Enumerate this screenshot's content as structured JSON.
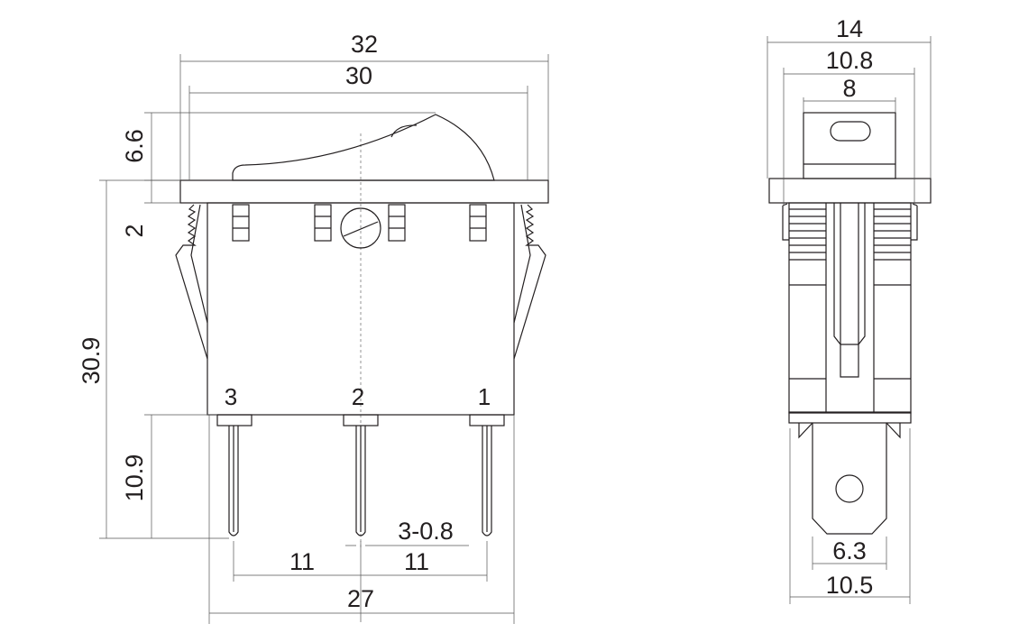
{
  "title": "Rocker switch dimension drawing",
  "front_view": {
    "dims": {
      "overall_width": "32",
      "flange_inner_width": "30",
      "rocker_height": "6.6",
      "flange_thickness": "2",
      "total_height": "30.9",
      "pin_length": "10.9",
      "pin_spacing_left": "11",
      "pin_spacing_right": "11",
      "pin_span": "27",
      "pin_spec": "3-0.8"
    },
    "pin_labels": [
      "3",
      "2",
      "1"
    ]
  },
  "side_view": {
    "dims": {
      "overall_width": "14",
      "body_width": "10.8",
      "rocker_width": "8",
      "terminal_width": "6.3",
      "base_width": "10.5"
    }
  },
  "colors": {
    "line": "#231f20"
  }
}
